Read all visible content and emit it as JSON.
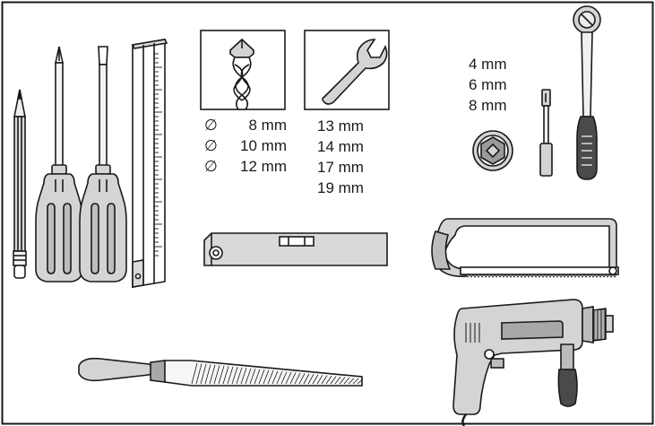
{
  "drill_bits": {
    "icon": "drill-bit-icon",
    "diameter_symbol": "∅",
    "sizes": [
      "8 mm",
      "10 mm",
      "12 mm"
    ]
  },
  "wrenches": {
    "icon": "open-end-wrench-icon",
    "sizes": [
      "13 mm",
      "14 mm",
      "17 mm",
      "19 mm"
    ]
  },
  "sockets": {
    "icon": "socket-ratchet-icon",
    "sizes": [
      "4 mm",
      "6 mm",
      "8 mm"
    ]
  },
  "tools": [
    "pencil-icon",
    "phillips-screwdriver-icon",
    "flat-screwdriver-icon",
    "folding-ruler-icon",
    "spirit-level-icon",
    "hacksaw-icon",
    "file-icon",
    "power-drill-icon"
  ],
  "colors": {
    "outline": "#1a1a1a",
    "tool_fill": "#d0d0d0",
    "dark_fill": "#6a6a6a",
    "background": "#ffffff"
  }
}
